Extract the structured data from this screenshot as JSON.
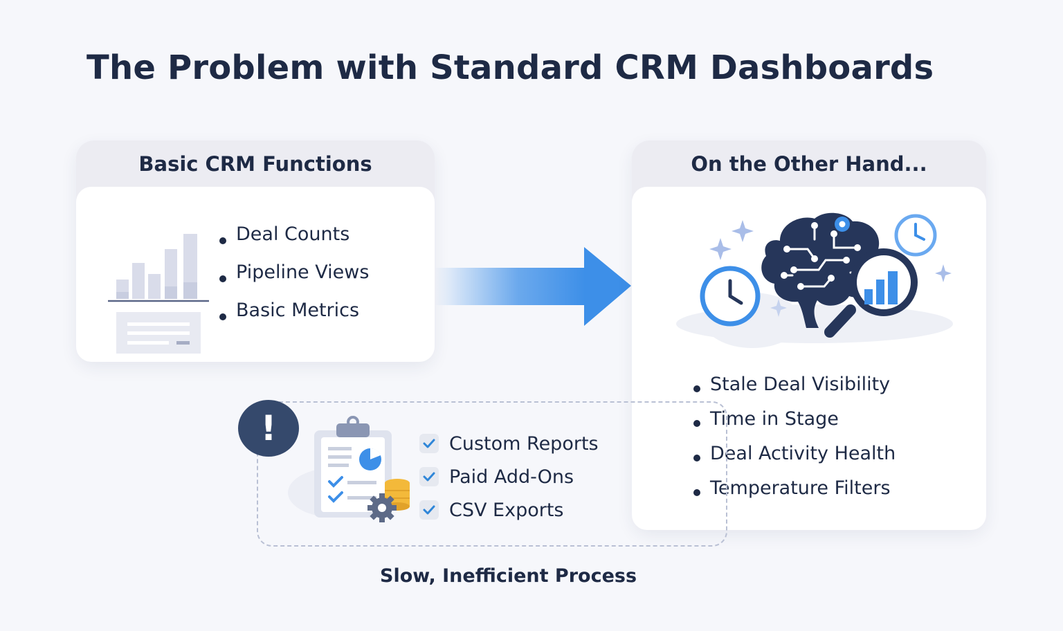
{
  "title": "The Problem with Standard CRM Dashboards",
  "left_card": {
    "header": "Basic CRM Functions",
    "items": [
      "Deal Counts",
      "Pipeline Views",
      "Basic Metrics"
    ],
    "illustration_icon": "bar-chart-report-icon"
  },
  "right_card": {
    "header": "On the Other Hand...",
    "items": [
      "Stale Deal Visibility",
      "Time in Stage",
      "Deal Activity Health",
      "Temperature Filters"
    ],
    "illustration_icon": "brain-magnifier-analytics-icon"
  },
  "workaround": {
    "alert_symbol": "!",
    "items": [
      "Custom Reports",
      "Paid Add-Ons",
      "CSV Exports"
    ],
    "illustration_icon": "clipboard-checklist-icon",
    "caption": "Slow, Inefficient Process"
  },
  "colors": {
    "accent_blue": "#3d8fe8",
    "navy": "#1e2a45",
    "alert_navy": "#35496c",
    "coin_gold": "#f3b93a"
  }
}
